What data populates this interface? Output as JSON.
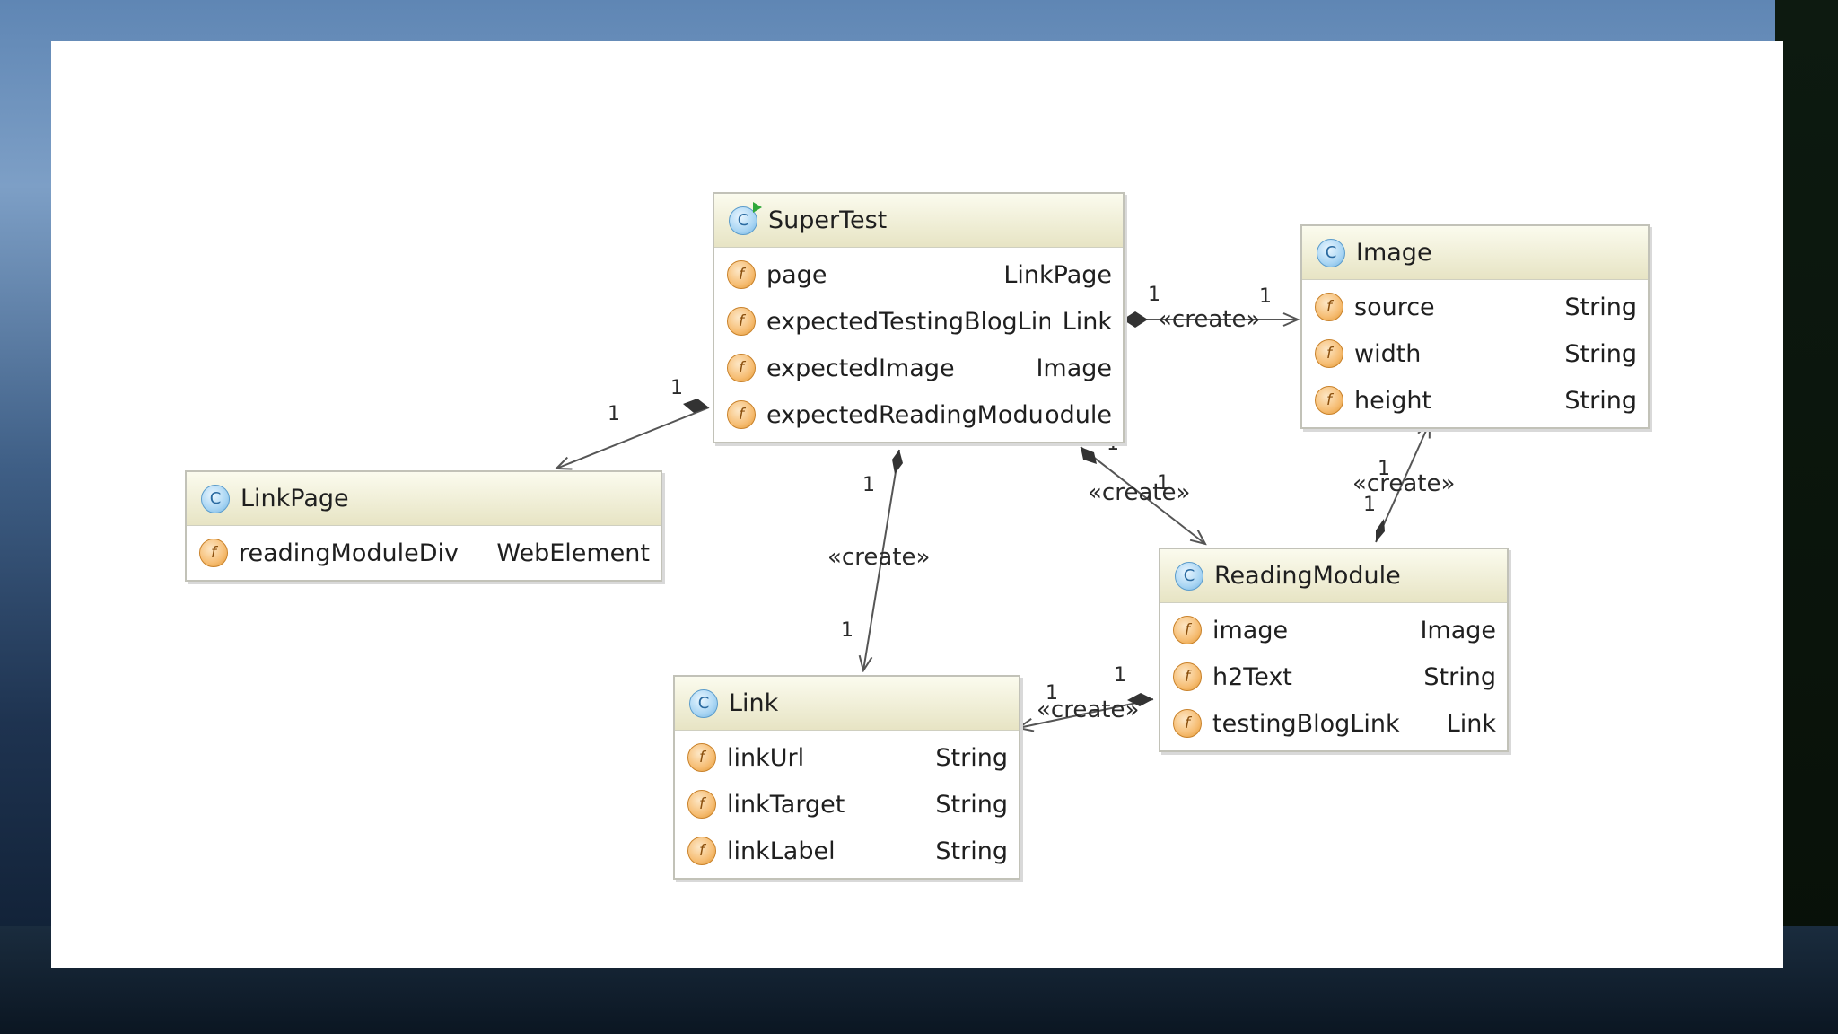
{
  "classes": {
    "supertest": {
      "name": "SuperTest",
      "fields": [
        {
          "name": "page",
          "type": "LinkPage"
        },
        {
          "name": "expectedTestingBlogLink",
          "type": "Link"
        },
        {
          "name": "expectedImage",
          "type": "Image"
        },
        {
          "name": "expectedReadingModule",
          "type": "odule"
        }
      ]
    },
    "image": {
      "name": "Image",
      "fields": [
        {
          "name": "source",
          "type": "String"
        },
        {
          "name": "width",
          "type": "String"
        },
        {
          "name": "height",
          "type": "String"
        }
      ]
    },
    "linkpage": {
      "name": "LinkPage",
      "fields": [
        {
          "name": "readingModuleDiv",
          "type": "WebElement"
        }
      ]
    },
    "readingmodule": {
      "name": "ReadingModule",
      "fields": [
        {
          "name": "image",
          "type": "Image"
        },
        {
          "name": "h2Text",
          "type": "String"
        },
        {
          "name": "testingBlogLink",
          "type": "Link"
        }
      ]
    },
    "link": {
      "name": "Link",
      "fields": [
        {
          "name": "linkUrl",
          "type": "String"
        },
        {
          "name": "linkTarget",
          "type": "String"
        },
        {
          "name": "linkLabel",
          "type": "String"
        }
      ]
    }
  },
  "icons": {
    "class": "C",
    "field": "f"
  },
  "labels": {
    "create": "«create»",
    "one": "1"
  },
  "colors": {
    "header_top": "#fbfbee",
    "header_bottom": "#e7e4c4",
    "border": "#c2c2b8",
    "class_icon": "#a9d5f3",
    "field_icon": "#f6bd73"
  }
}
